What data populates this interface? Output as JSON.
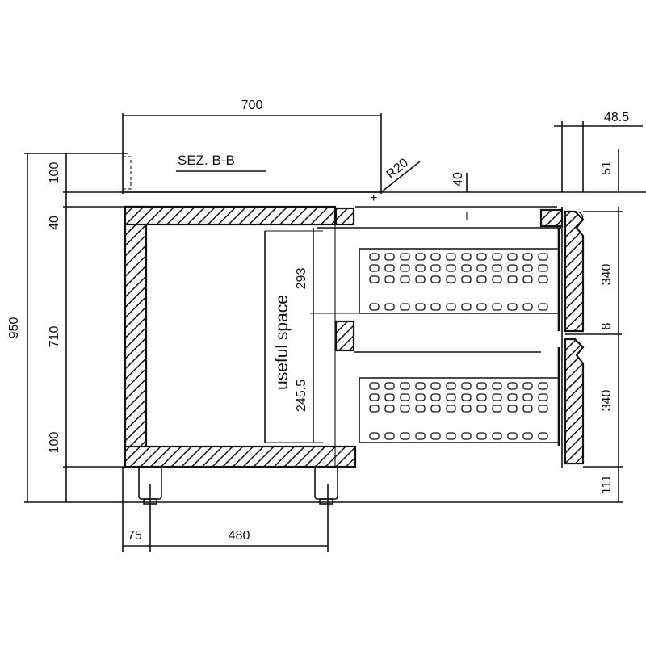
{
  "title": "SEZ. B-B",
  "useful_space": "useful space",
  "dims": {
    "width_top": "700",
    "height_total": "950",
    "h_top": "100",
    "h_40": "40",
    "h_710": "710",
    "h_bottom": "100",
    "radius": "R20",
    "gap_40": "40",
    "w_48_5": "48.5",
    "h_51": "51",
    "h_drawer_top": "340",
    "h_gap_8": "8",
    "h_drawer_bottom": "340",
    "h_111": "111",
    "useful_top": "293",
    "useful_bottom": "245.5",
    "foot_75": "75",
    "foot_480": "480"
  }
}
